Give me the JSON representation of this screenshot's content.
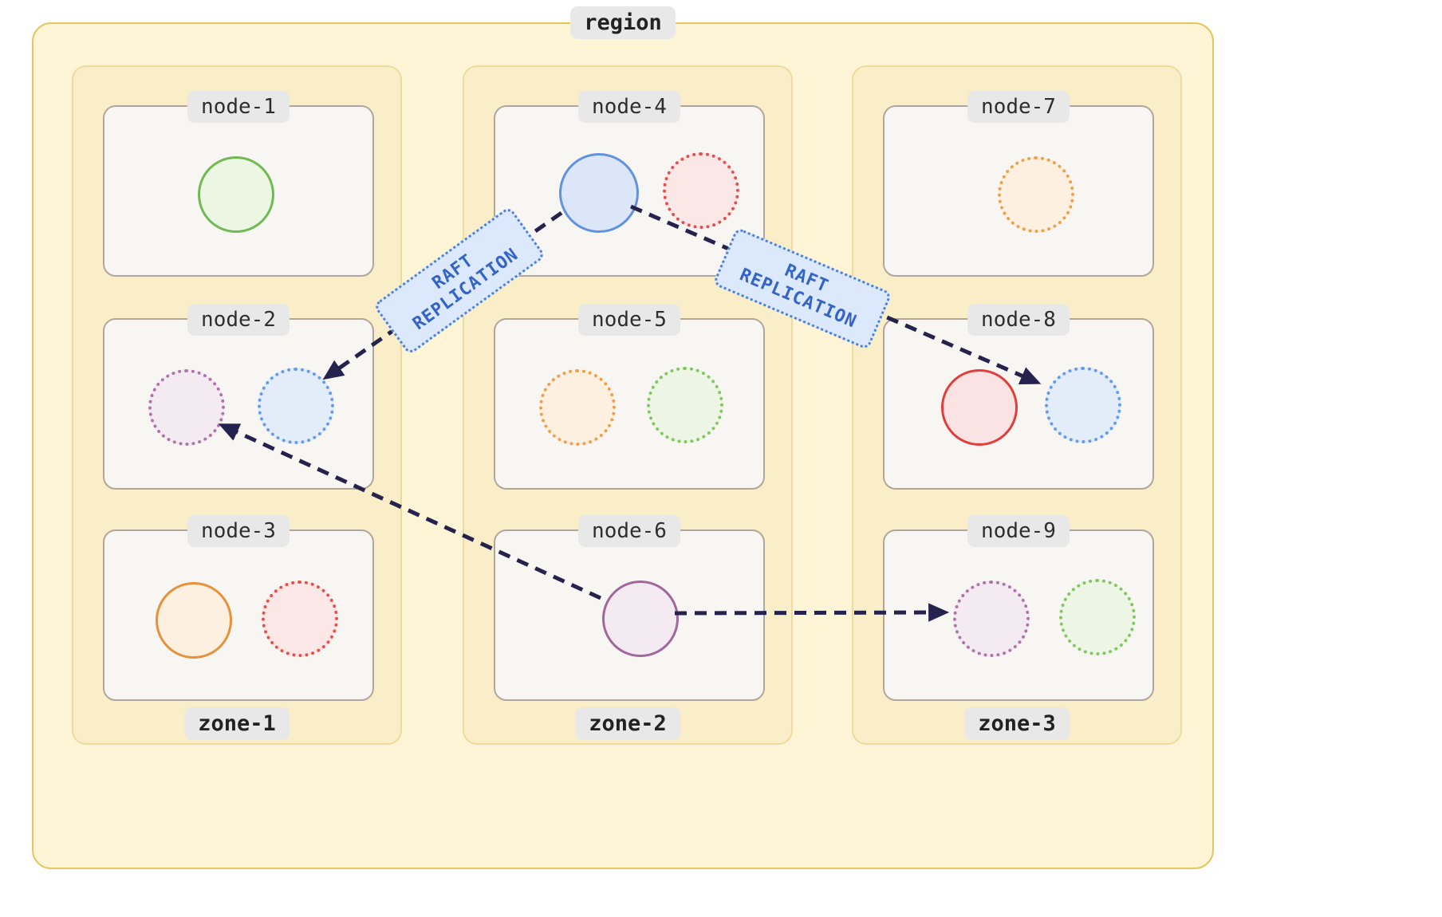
{
  "region": {
    "label": "region",
    "zones": [
      {
        "label": "zone-1",
        "nodes": [
          {
            "label": "node-1",
            "replicas": [
              {
                "style": "solid",
                "color": "green"
              }
            ]
          },
          {
            "label": "node-2",
            "replicas": [
              {
                "style": "dotted",
                "color": "purple"
              },
              {
                "style": "dotted",
                "color": "blue"
              }
            ]
          },
          {
            "label": "node-3",
            "replicas": [
              {
                "style": "solid",
                "color": "orange"
              },
              {
                "style": "dotted",
                "color": "red"
              }
            ]
          }
        ]
      },
      {
        "label": "zone-2",
        "nodes": [
          {
            "label": "node-4",
            "replicas": [
              {
                "style": "solid",
                "color": "blue"
              },
              {
                "style": "dotted",
                "color": "red"
              }
            ]
          },
          {
            "label": "node-5",
            "replicas": [
              {
                "style": "dotted",
                "color": "orange"
              },
              {
                "style": "dotted",
                "color": "green"
              }
            ]
          },
          {
            "label": "node-6",
            "replicas": [
              {
                "style": "solid",
                "color": "purple"
              }
            ]
          }
        ]
      },
      {
        "label": "zone-3",
        "nodes": [
          {
            "label": "node-7",
            "replicas": [
              {
                "style": "dotted",
                "color": "orange"
              }
            ]
          },
          {
            "label": "node-8",
            "replicas": [
              {
                "style": "solid",
                "color": "red"
              },
              {
                "style": "dotted",
                "color": "blue"
              }
            ]
          },
          {
            "label": "node-9",
            "replicas": [
              {
                "style": "dotted",
                "color": "purple"
              },
              {
                "style": "dotted",
                "color": "green"
              }
            ]
          }
        ]
      }
    ]
  },
  "edges": {
    "raft_left": {
      "line1": "RAFT",
      "line2": "REPLICATION"
    },
    "raft_right": {
      "line1": "RAFT",
      "line2": "REPLICATION"
    }
  },
  "colors": {
    "page_bg": "#ffffff",
    "region_bg": "#fdf5d6",
    "region_border": "#e5c65f",
    "zone_bg": "#f9eec8",
    "zone_border": "#eeda9e",
    "node_bg": "#f8f6f2",
    "node_border": "#b2a69c",
    "label_pill_bg": "#e8e8e8",
    "arrow": "#26224e",
    "raft_label_bg": "#dce8fb",
    "raft_label_border": "#4e80d8",
    "raft_label_text": "#3465c5",
    "solid_green": "#70b953",
    "solid_orange": "#e6913c",
    "solid_blue": "#6292dc",
    "solid_red": "#e23d3d",
    "solid_purple": "#a0679a",
    "dotted_purple": "#ad74a6",
    "dotted_blue": "#679ae8",
    "dotted_red": "#e4504e",
    "dotted_orange": "#eda04c",
    "dotted_green": "#84c563"
  }
}
